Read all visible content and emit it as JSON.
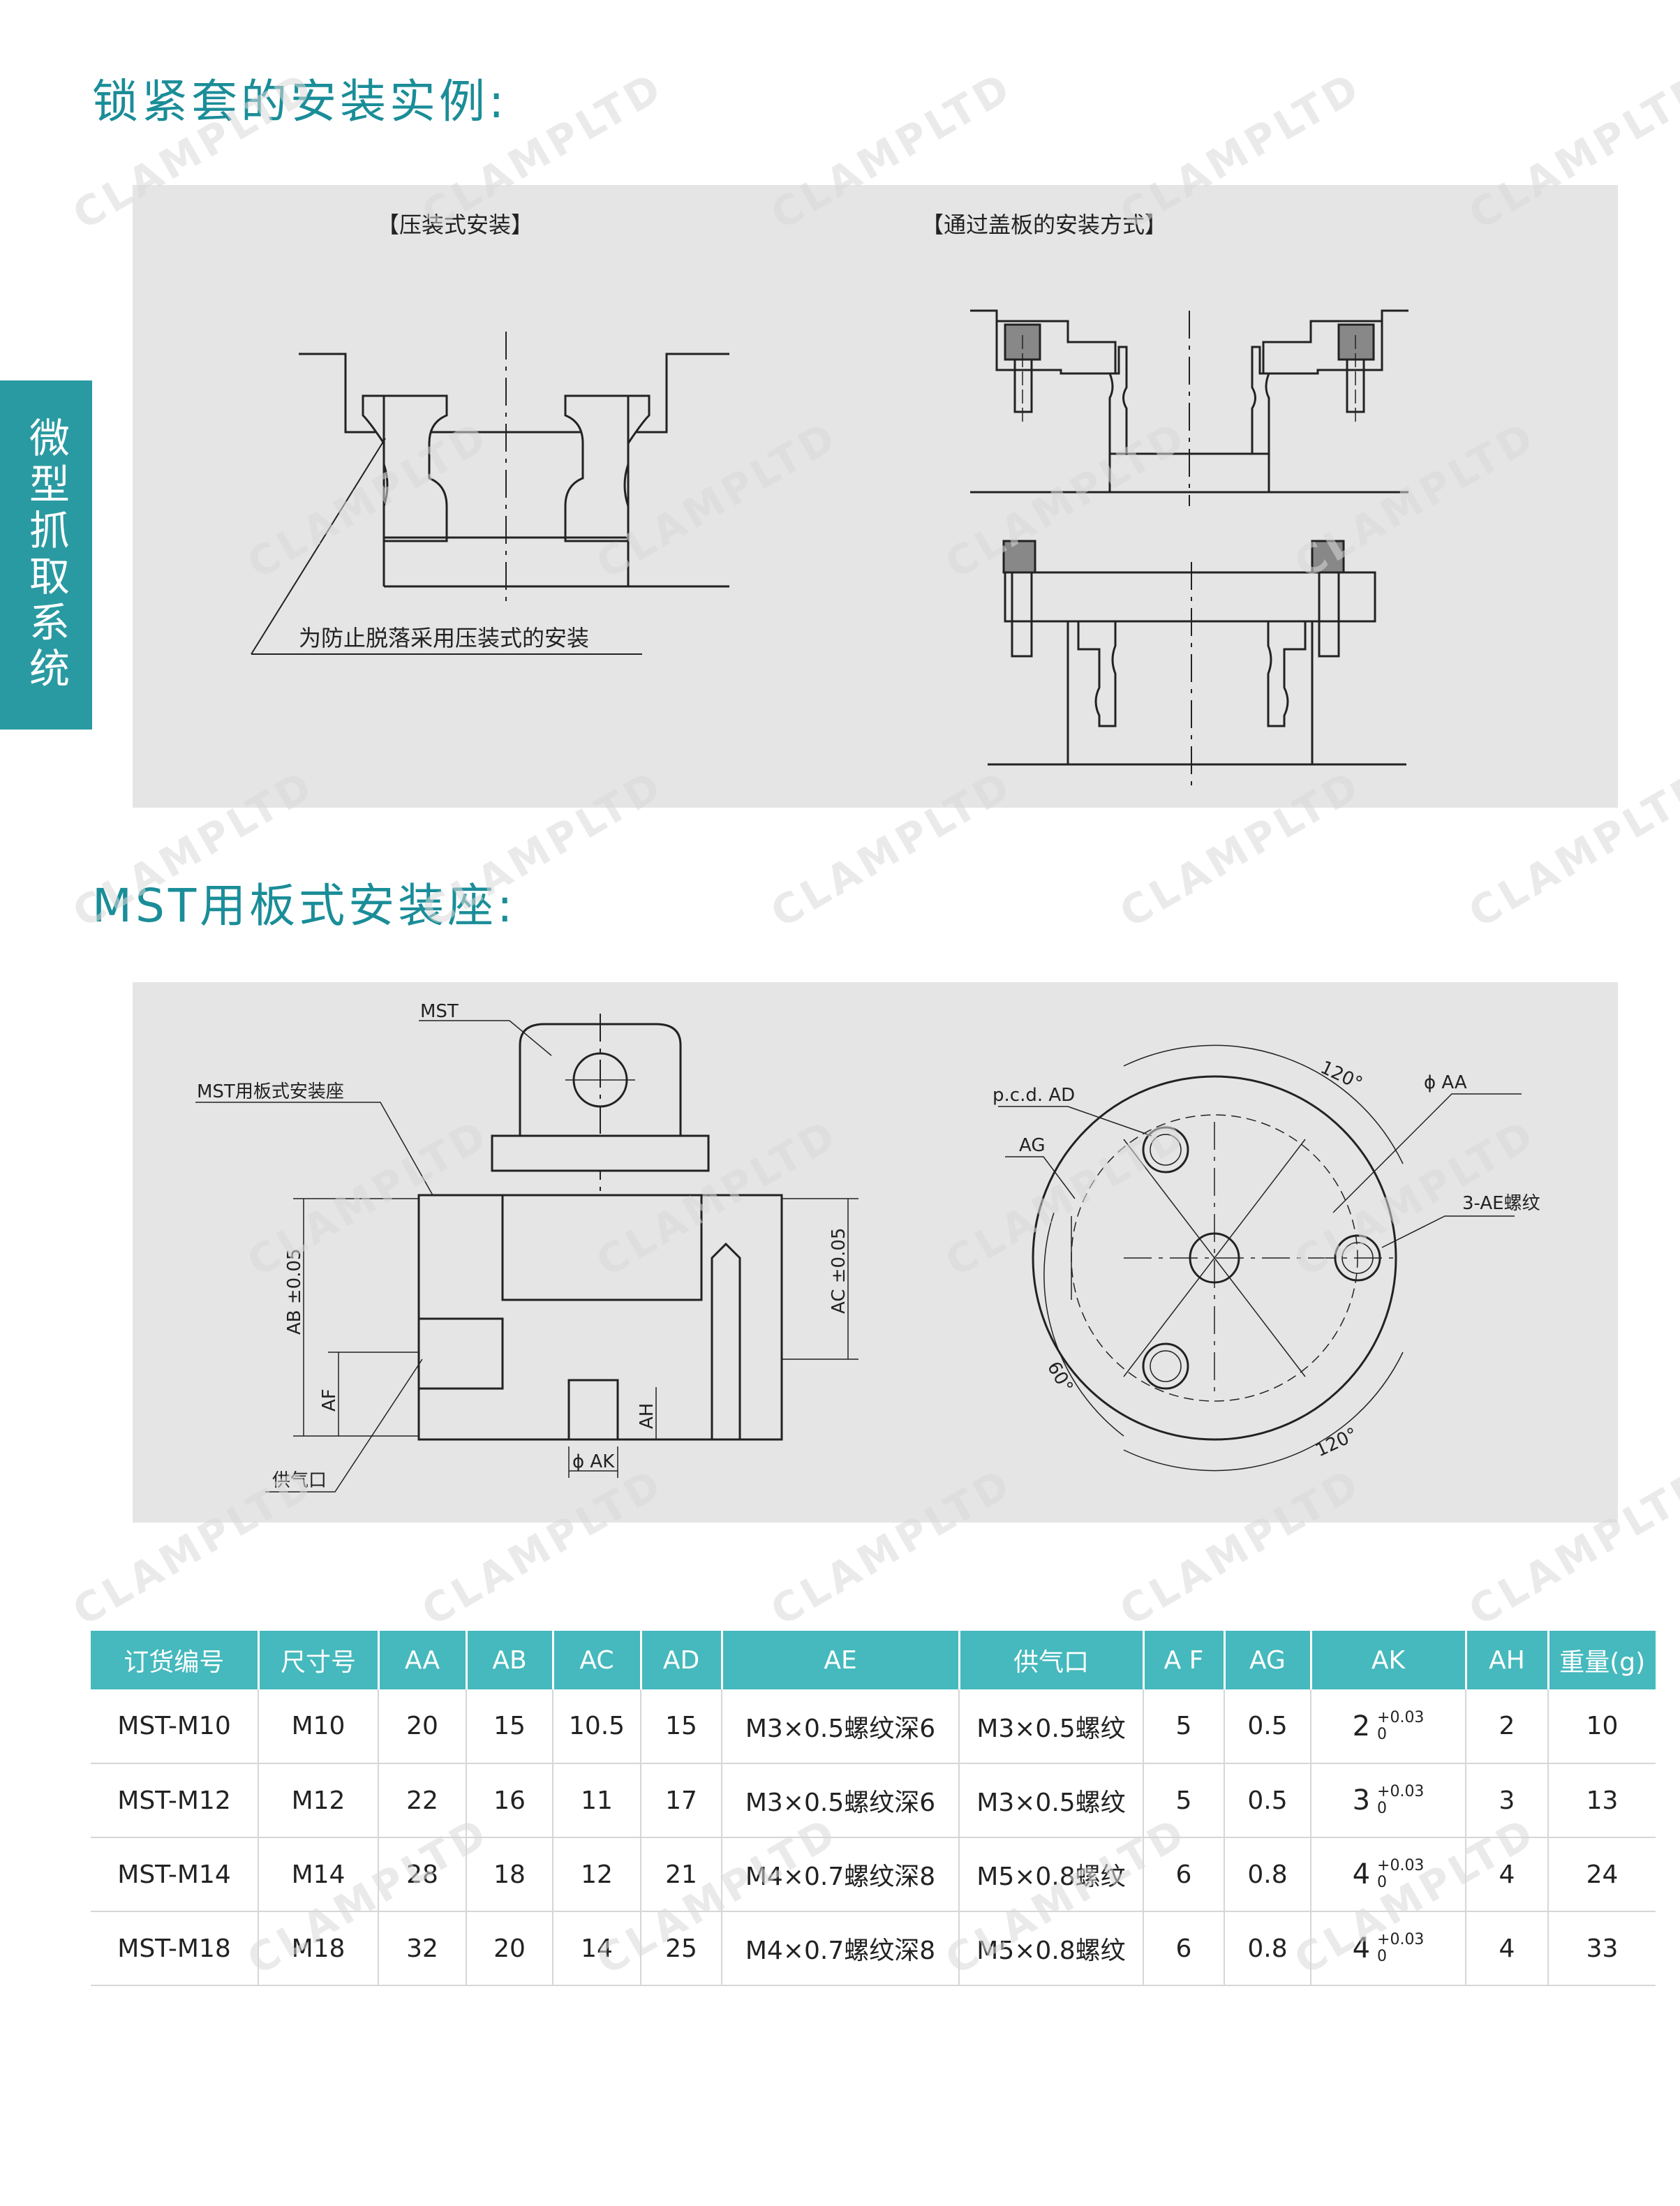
{
  "section1": {
    "title": "锁紧套的安装实例:"
  },
  "section2": {
    "title": "MST用板式安装座:"
  },
  "side_tab": {
    "label": "微型抓取系统"
  },
  "watermark": {
    "text": "CLAMPLTD"
  },
  "panel1": {
    "left_caption": "【压装式安装】",
    "right_caption": "【通过盖板的安装方式】",
    "note": "为防止脱落采用压装式的安装"
  },
  "panel2": {
    "label_mst": "MST",
    "label_plate": "MST用板式安装座",
    "label_air": "供气口",
    "label_ab": "AB ±0.05",
    "label_af": "AF",
    "label_ah": "AH",
    "label_ak": "ϕ AK",
    "label_ac": "AC ±0.05",
    "label_pcd": "p.c.d. AD",
    "label_ag": "AG",
    "label_aa": "ϕ AA",
    "label_ae": "3-AE螺纹",
    "angle_top": "120°",
    "angle_bottom": "120°",
    "angle_left": "60°"
  },
  "table": {
    "headers": [
      "订货编号",
      "尺寸号",
      "AA",
      "AB",
      "AC",
      "AD",
      "AE",
      "供气口",
      "A F",
      "AG",
      "AK",
      "AH",
      "重量(g)"
    ],
    "rows": [
      {
        "code": "MST-M10",
        "size": "M10",
        "aa": "20",
        "ab": "15",
        "ac": "10.5",
        "ad": "15",
        "ae": "M3×0.5螺纹深6",
        "air": "M3×0.5螺纹",
        "af": "5",
        "ag": "0.5",
        "ak": "2",
        "ak_up": "+0.03",
        "ak_down": "0",
        "ah": "2",
        "weight": "10"
      },
      {
        "code": "MST-M12",
        "size": "M12",
        "aa": "22",
        "ab": "16",
        "ac": "11",
        "ad": "17",
        "ae": "M3×0.5螺纹深6",
        "air": "M3×0.5螺纹",
        "af": "5",
        "ag": "0.5",
        "ak": "3",
        "ak_up": "+0.03",
        "ak_down": "0",
        "ah": "3",
        "weight": "13"
      },
      {
        "code": "MST-M14",
        "size": "M14",
        "aa": "28",
        "ab": "18",
        "ac": "12",
        "ad": "21",
        "ae": "M4×0.7螺纹深8",
        "air": "M5×0.8螺纹",
        "af": "6",
        "ag": "0.8",
        "ak": "4",
        "ak_up": "+0.03",
        "ak_down": "0",
        "ah": "4",
        "weight": "24"
      },
      {
        "code": "MST-M18",
        "size": "M18",
        "aa": "32",
        "ab": "20",
        "ac": "14",
        "ad": "25",
        "ae": "M4×0.7螺纹深8",
        "air": "M5×0.8螺纹",
        "af": "6",
        "ag": "0.8",
        "ak": "4",
        "ak_up": "+0.03",
        "ak_down": "0",
        "ah": "4",
        "weight": "33"
      }
    ]
  }
}
